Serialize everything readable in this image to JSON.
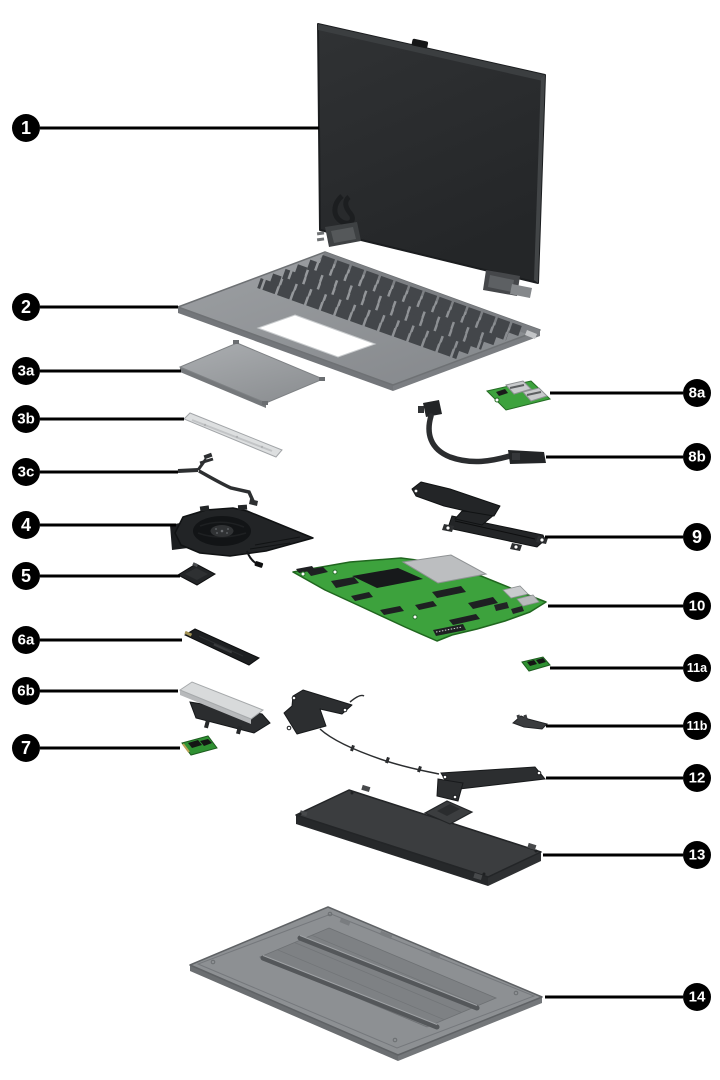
{
  "figure": {
    "background": "#ffffff",
    "palette": {
      "callout_bg": "#000000",
      "callout_text": "#ffffff",
      "pcb_green": "#3da23d",
      "pcb_green_dark": "#236b23",
      "chassis_gray": "#8d9093",
      "deck_gray": "#90939a",
      "dark_part": "#232527",
      "battery_gray": "#3b3d3f",
      "shield_silver": "#bcbec0"
    }
  },
  "callouts": {
    "items": [
      {
        "label": "1",
        "part": "display-assembly"
      },
      {
        "label": "2",
        "part": "keyboard-top-cover"
      },
      {
        "label": "3a",
        "part": "touchpad"
      },
      {
        "label": "3b",
        "part": "touchpad-bracket"
      },
      {
        "label": "3c",
        "part": "touchpad-cable"
      },
      {
        "label": "4",
        "part": "fan"
      },
      {
        "label": "5",
        "part": "card-module"
      },
      {
        "label": "6a",
        "part": "solid-state-drive"
      },
      {
        "label": "6b",
        "part": "drive-shield"
      },
      {
        "label": "7",
        "part": "wlan-module"
      },
      {
        "label": "8a",
        "part": "usb-board"
      },
      {
        "label": "8b",
        "part": "usb-board-cable"
      },
      {
        "label": "9",
        "part": "heat-sink"
      },
      {
        "label": "10",
        "part": "system-board"
      },
      {
        "label": "11a",
        "part": "small-board"
      },
      {
        "label": "11b",
        "part": "small-bracket"
      },
      {
        "label": "12",
        "part": "speakers"
      },
      {
        "label": "13",
        "part": "battery"
      },
      {
        "label": "14",
        "part": "bottom-cover"
      }
    ]
  }
}
